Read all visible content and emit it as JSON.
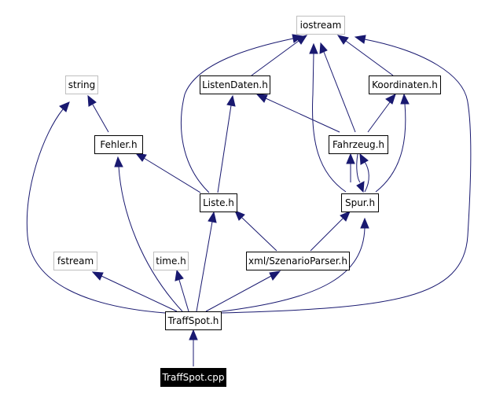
{
  "nodes": {
    "iostream": "iostream",
    "string": "string",
    "listen_daten": "ListenDaten.h",
    "koordinaten": "Koordinaten.h",
    "fehler": "Fehler.h",
    "fahrzeug": "Fahrzeug.h",
    "liste": "Liste.h",
    "spur": "Spur.h",
    "fstream": "fstream",
    "time": "time.h",
    "szenario_parser": "xml/SzenarioParser.h",
    "traffspot_h": "TraffSpot.h",
    "traffspot_cpp": "TraffSpot.cpp"
  },
  "colors": {
    "edge": "#191970",
    "external_border": "#bfbfbf",
    "root_fill": "#000000"
  }
}
